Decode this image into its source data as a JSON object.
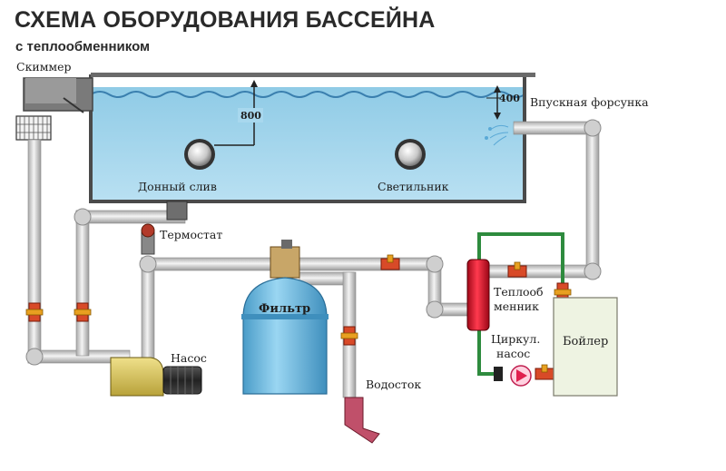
{
  "header": {
    "title": "СХЕМА ОБОРУДОВАНИЯ БАССЕЙНА",
    "subtitle": "с теплообменником"
  },
  "labels": {
    "skimmer": "Скиммер",
    "inlet_nozzle": "Впускная форсунка",
    "bottom_drain": "Донный слив",
    "light": "Светильник",
    "thermostat": "Термостат",
    "filter": "Фильтр",
    "pump": "Насос",
    "drain": "Водосток",
    "heat_exchanger_line1": "Теплооб",
    "heat_exchanger_line2": "менник",
    "circ_pump_line1": "Циркул.",
    "circ_pump_line2": "насос",
    "boiler": "Бойлер"
  },
  "dimensions": {
    "depth": "800",
    "nozzle_depth": "400"
  },
  "colors": {
    "water": "#a8d8ee",
    "pool_wall": "#4a4a4a",
    "pipe": "#d8d8d8",
    "valve": "#c0392b",
    "valve_handle": "#e8a020",
    "heat_exchanger": "#e01030",
    "heating_loop": "#2e8b3e",
    "filter": "#7ec6ea",
    "pump": "#d8c35a",
    "boiler": "#eef3e2",
    "drain_pipe": "#c0506a"
  }
}
